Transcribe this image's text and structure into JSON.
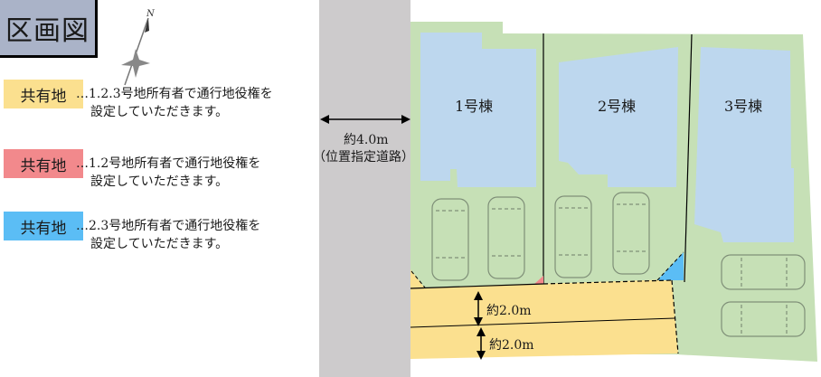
{
  "title": "区画図",
  "compass": {
    "north_label": "N"
  },
  "legend": [
    {
      "label": "共有地",
      "color": "#fbe08f",
      "line1": "…1.2.3号地所有者で通行地役権を",
      "line2": "設定していただきます。"
    },
    {
      "label": "共有地",
      "color": "#f2898c",
      "line1": "…1.2号地所有者で通行地役権を",
      "line2": "設定していただきます。"
    },
    {
      "label": "共有地",
      "color": "#5bbdf5",
      "line1": "…2.3号地所有者で通行地役権を",
      "line2": "設定していただきます。"
    }
  ],
  "road": {
    "width_label": "約4.0m",
    "type_label": "（位置指定道路）",
    "color": "#cdcbcc"
  },
  "lots": [
    {
      "building_label": "1号棟"
    },
    {
      "building_label": "2号棟"
    },
    {
      "building_label": "3号棟"
    }
  ],
  "easement_widths": [
    "約2.0m",
    "約2.0m"
  ],
  "colors": {
    "lot_green": "#c6e0b6",
    "building_blue": "#bdd7ee",
    "shared_yellow": "#fbe08f",
    "shared_pink": "#f2898c",
    "shared_blue": "#5bbdf5"
  }
}
